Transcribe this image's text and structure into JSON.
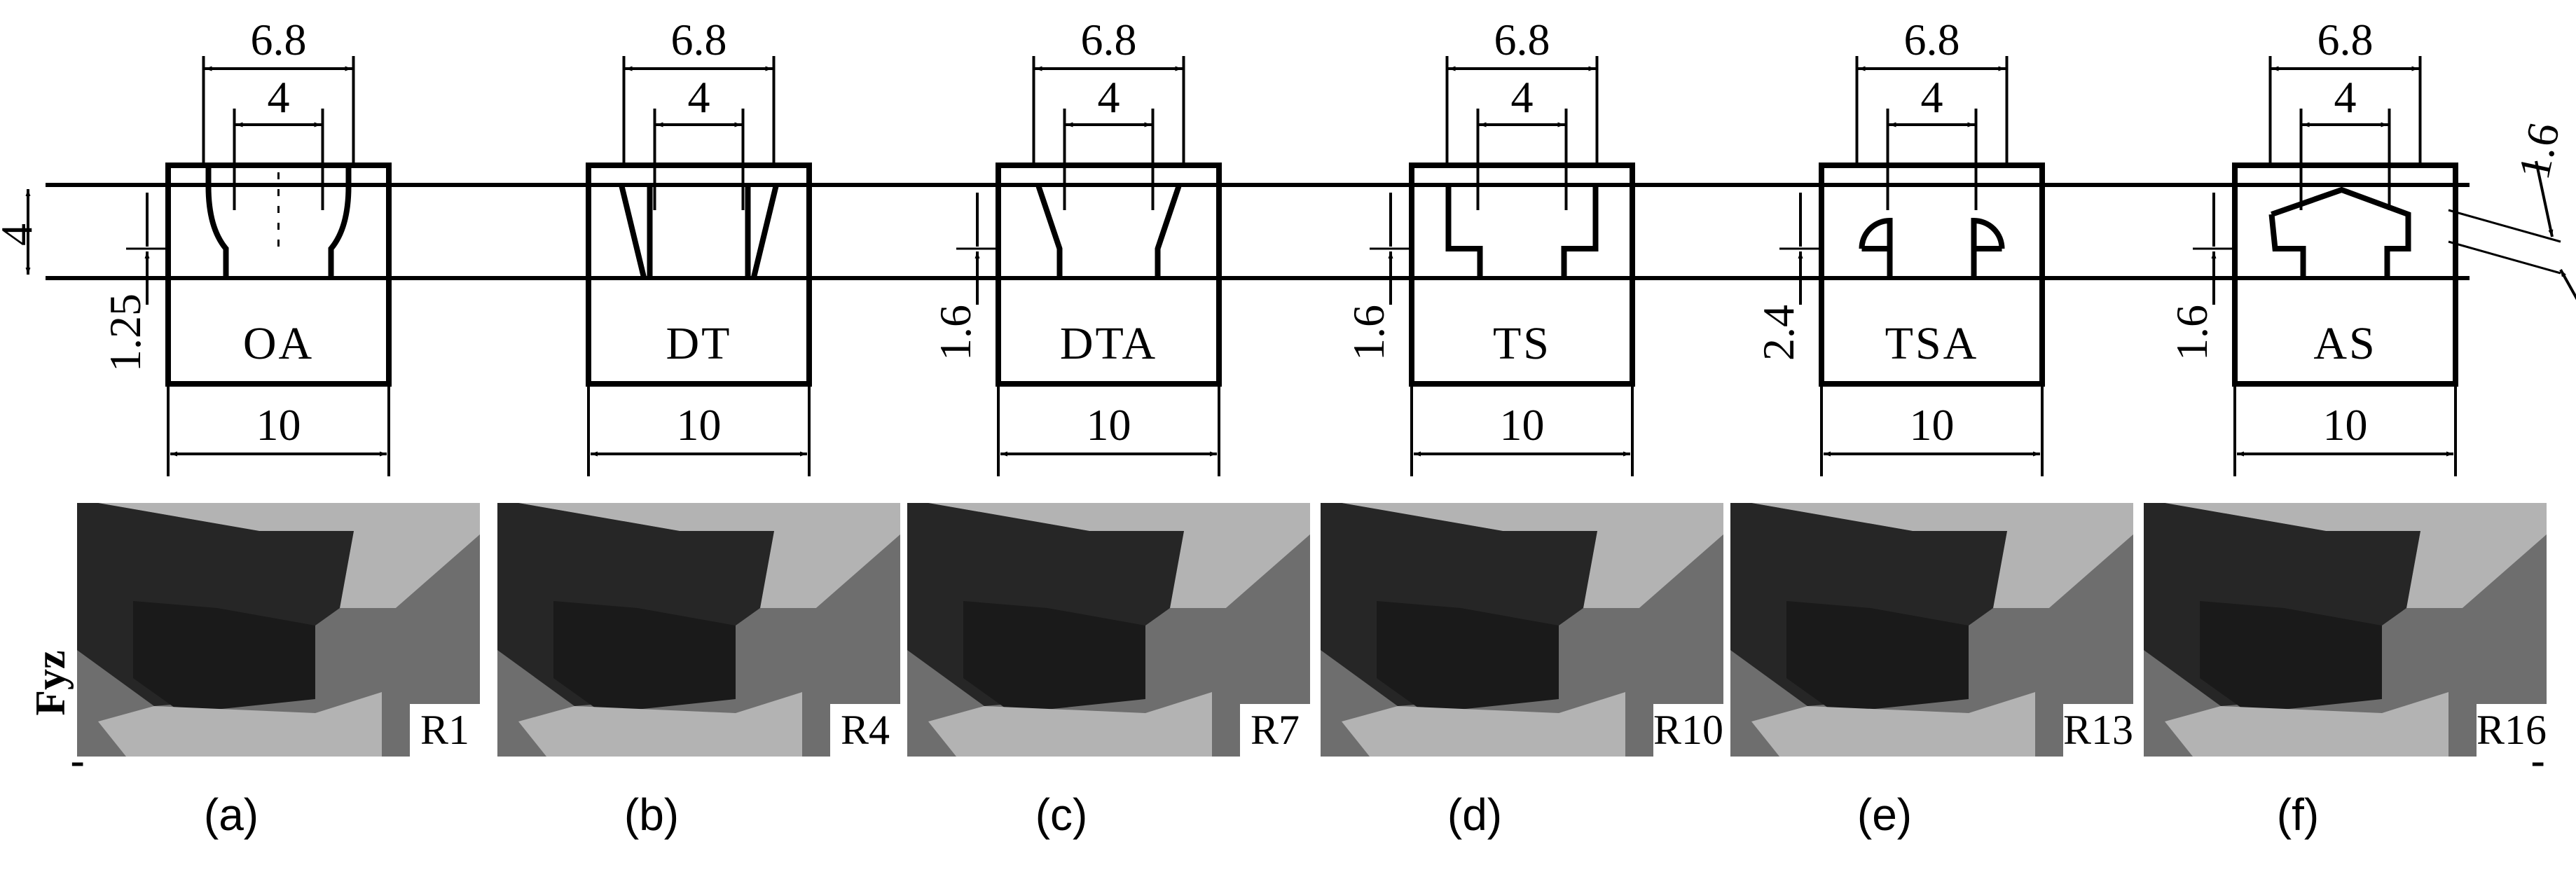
{
  "side_label": "Fyz",
  "panels": [
    {
      "id": "a",
      "name": "OA",
      "top_outer": "6.8",
      "top_inner": "4",
      "bottom_width": "10",
      "left_dim": "1.25",
      "render_label": "R1",
      "caption": "(a)"
    },
    {
      "id": "b",
      "name": "DT",
      "top_outer": "6.8",
      "top_inner": "4",
      "bottom_width": "10",
      "left_dim": "",
      "render_label": "R4",
      "caption": "(b)"
    },
    {
      "id": "c",
      "name": "DTA",
      "top_outer": "6.8",
      "top_inner": "4",
      "bottom_width": "10",
      "left_dim": "1.6",
      "render_label": "R7",
      "caption": "(c)"
    },
    {
      "id": "d",
      "name": "TS",
      "top_outer": "6.8",
      "top_inner": "4",
      "bottom_width": "10",
      "left_dim": "1.6",
      "render_label": "R10",
      "caption": "(d)"
    },
    {
      "id": "e",
      "name": "TSA",
      "top_outer": "6.8",
      "top_inner": "4",
      "bottom_width": "10",
      "left_dim": "2.4",
      "render_label": "R13",
      "caption": "(e)"
    },
    {
      "id": "f",
      "name": "AS",
      "top_outer": "6.8",
      "top_inner": "4",
      "bottom_width": "10",
      "left_dim": "1.6",
      "render_label": "R16",
      "caption": "(f)"
    }
  ],
  "global_height_dim": "4",
  "as_angle_dim": "1.6",
  "colors": {
    "line": "#000000",
    "light_face": "#b3b3b3",
    "mid_face": "#6e6e6e",
    "dark_face": "#262626",
    "darker_face": "#1a1a1a"
  }
}
